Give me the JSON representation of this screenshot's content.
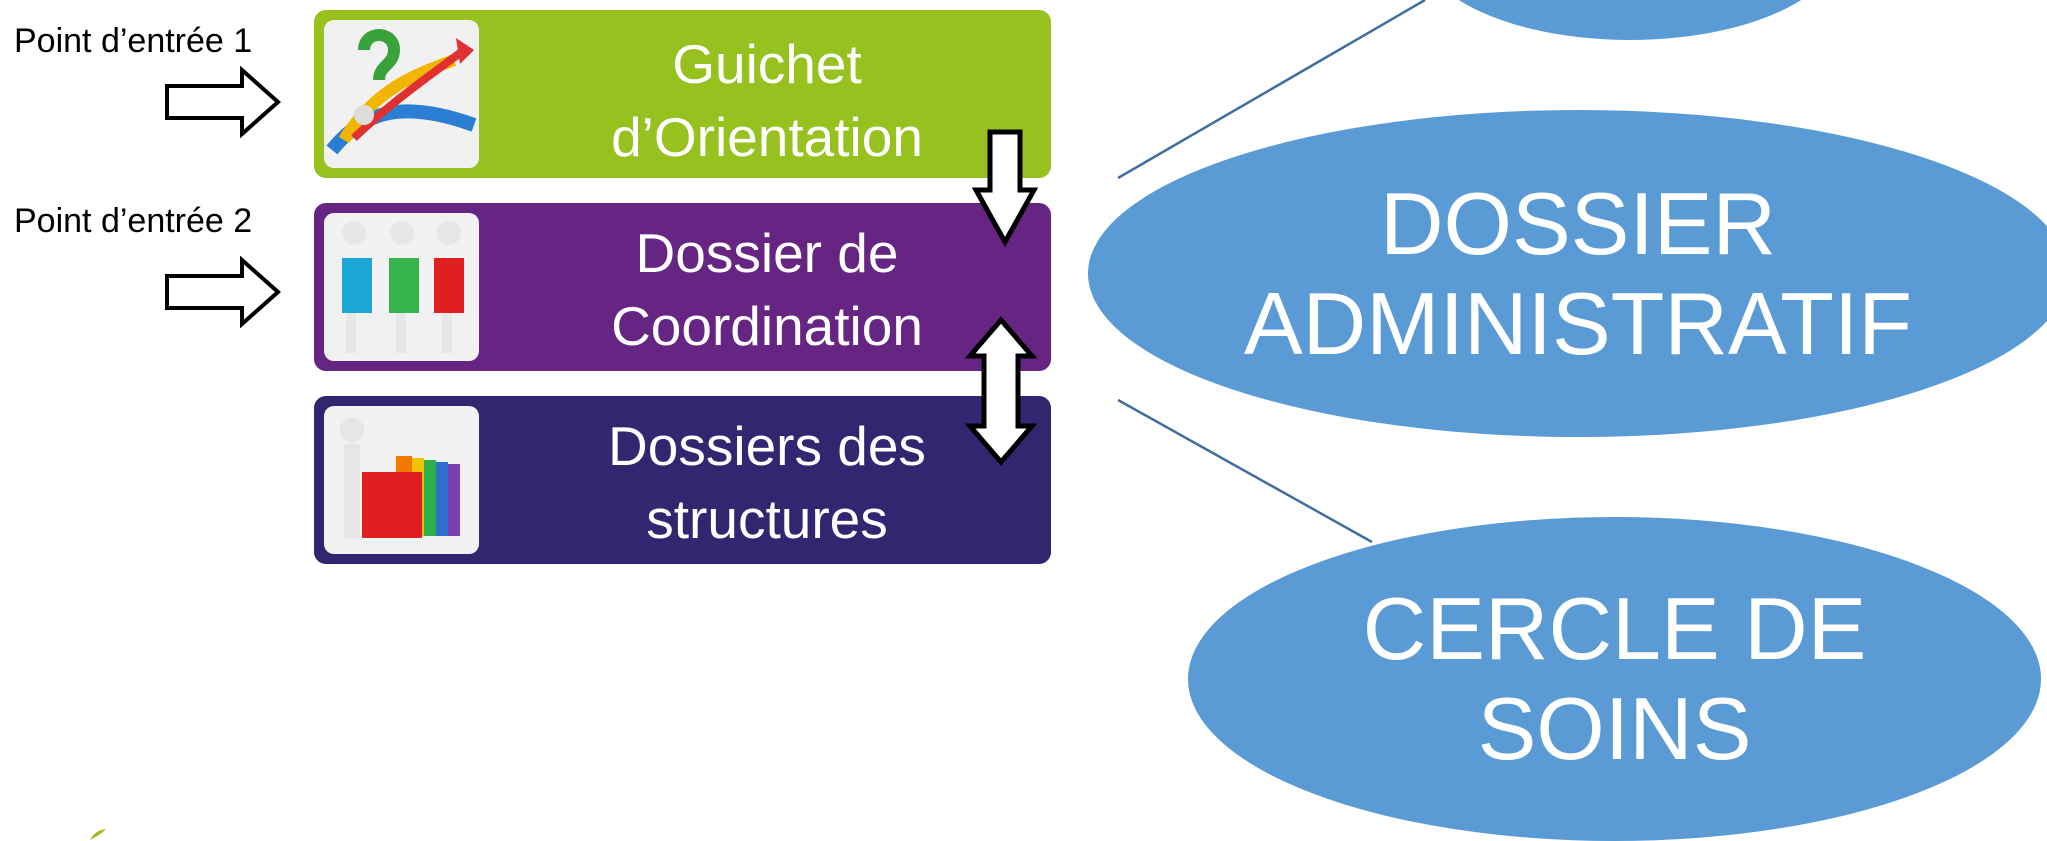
{
  "entries": [
    {
      "label": "Point d’entrée 1"
    },
    {
      "label": "Point d’entrée 2"
    }
  ],
  "boxes": [
    {
      "lines": [
        "Guichet",
        "d’Orientation"
      ],
      "color": "#96c11f",
      "icon": "crossroads-arrows-icon"
    },
    {
      "lines": [
        "Dossier de",
        "Coordination"
      ],
      "color": "#662483",
      "icon": "puzzle-figures-icon"
    },
    {
      "lines": [
        "Dossiers des",
        "structures"
      ],
      "color": "#312670",
      "icon": "folder-figure-icon"
    }
  ],
  "ellipses": [
    {
      "lines": [
        "DOSSIER",
        "ADMINISTRATIF"
      ]
    },
    {
      "lines": [
        "CERCLE DE",
        "SOINS"
      ]
    }
  ],
  "colors": {
    "ellipse": "#5b9bd5",
    "connector": "#3e6f9e"
  }
}
